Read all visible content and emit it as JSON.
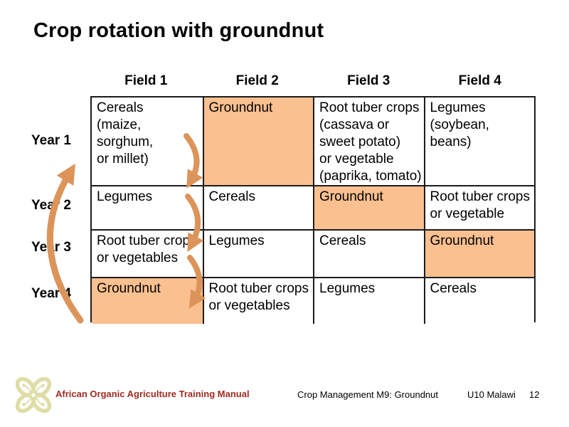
{
  "title": "Crop rotation with groundnut",
  "table": {
    "field_headers": [
      "Field 1",
      "Field 2",
      "Field 3",
      "Field 4"
    ],
    "year_labels": [
      "Year 1",
      "Year 2",
      "Year 3",
      "Year 4"
    ],
    "rows": [
      [
        "Cereals\n(maize, sorghum,\nor millet)",
        "Groundnut",
        "Root tuber crops\n(cassava or\nsweet potato)\nor vegetable\n(paprika, tomato)",
        "Legumes\n(soybean, beans)"
      ],
      [
        "Legumes",
        "Cereals",
        "Groundnut",
        "Root tuber crops\nor vegetable"
      ],
      [
        "Root tuber crops\nor vegetables",
        "Legumes",
        "Cereals",
        "Groundnut"
      ],
      [
        "Groundnut",
        "Root tuber crops\nor vegetables",
        "Legumes",
        "Cereals"
      ]
    ],
    "highlighted_crop": "Groundnut",
    "highlighted_cells": [
      [
        0,
        1
      ],
      [
        1,
        2
      ],
      [
        2,
        3
      ],
      [
        3,
        0
      ]
    ]
  },
  "arrows": {
    "down_arrows": "curved arrows from Year 1 to Year 2, Year 2 to Year 3, Year 3 to Year 4 along Field 1/Field 2 boundary",
    "up_arrow": "long curved arrow from Year 4 back up to Year 1 on left side"
  },
  "footer": {
    "brand": "African Organic Agriculture Training Manual",
    "center": "Crop Management M9: Groundnut",
    "unit": "U10 Malawi",
    "page_number": "12",
    "logo_icon": "four-petal-flower-logo"
  },
  "colors": {
    "highlight": "#FAC090",
    "arrow": "#DC945A",
    "brand_red": "#9E2B20",
    "logo_olive": "#DFDDA6",
    "table_border": "#1c1c1c"
  }
}
